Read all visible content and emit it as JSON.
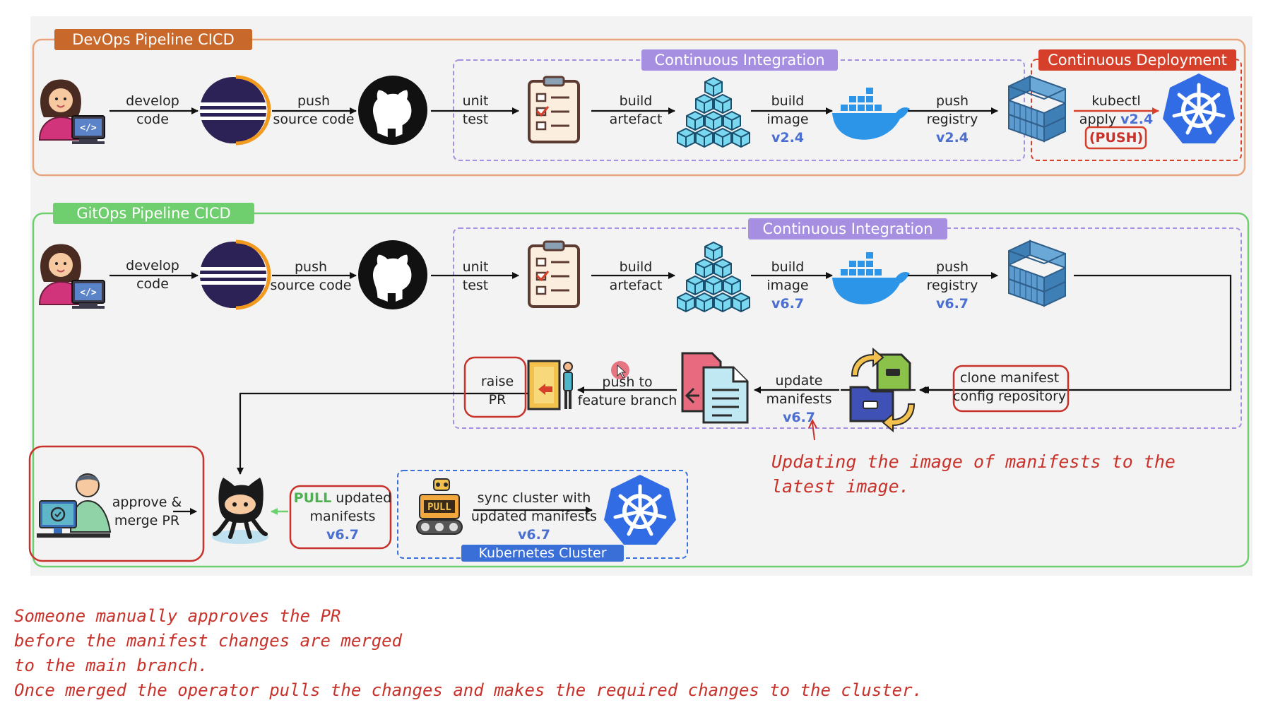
{
  "colors": {
    "devops_orange": "#c8682a",
    "gitops_green": "#6fcf6f",
    "ci_purple": "#a68ee0",
    "cd_red": "#d6402b",
    "version_blue": "#4a6fd1",
    "highlight_red": "#c8322a",
    "k8s_cluster_blue": "#3a6fd8"
  },
  "devops": {
    "title": "DevOps Pipeline CICD",
    "ci_title": "Continuous Integration",
    "cd_title": "Continuous Deployment",
    "develop_code": [
      "develop",
      "code"
    ],
    "push_source": [
      "push",
      "source code"
    ],
    "unit_test": [
      "unit",
      "test"
    ],
    "build_artefact": [
      "build",
      "artefact"
    ],
    "build_image": [
      "build",
      "image"
    ],
    "build_image_version": "v2.4",
    "push_registry": [
      "push",
      "registry"
    ],
    "push_registry_version": "v2.4",
    "kubectl": "kubectl",
    "apply": "apply",
    "apply_version": "v2.4",
    "push_badge": "(PUSH)"
  },
  "gitops": {
    "title": "GitOps Pipeline CICD",
    "ci_title": "Continuous Integration",
    "develop_code": [
      "develop",
      "code"
    ],
    "push_source": [
      "push",
      "source code"
    ],
    "unit_test": [
      "unit",
      "test"
    ],
    "build_artefact": [
      "build",
      "artefact"
    ],
    "build_image": [
      "build",
      "image"
    ],
    "build_image_version": "v6.7",
    "push_registry": [
      "push",
      "registry"
    ],
    "push_registry_version": "v6.7",
    "clone_manifest": [
      "clone manifest",
      "config repository"
    ],
    "update_manifests": [
      "update",
      "manifests"
    ],
    "update_manifests_version": "v6.7",
    "push_feature": [
      "push to",
      "feature branch"
    ],
    "raise_pr": [
      "raise",
      "PR"
    ],
    "approve_merge": [
      "approve &",
      "merge PR"
    ],
    "pull_word": "PULL",
    "pull_updated": "updated",
    "pull_manifests": "manifests",
    "pull_version": "v6.7",
    "sync_cluster": [
      "sync cluster with",
      "updated manifests"
    ],
    "sync_version": "v6.7",
    "k8s_cluster_title": "Kubernetes Cluster",
    "robot_label": "PULL"
  },
  "notes": {
    "manifest_note": [
      "Updating the image of manifests to the",
      "latest image."
    ],
    "bottom_note": [
      "Someone manually approves the PR",
      "before the manifest changes are merged",
      "to the main branch.",
      "Once merged the operator pulls the changes and makes the required changes to the cluster."
    ]
  },
  "icons": [
    "developer-icon",
    "eclipse-icon",
    "github-icon",
    "checklist-icon",
    "cubes-icon",
    "docker-icon",
    "container-registry-icon",
    "kubernetes-icon",
    "file-copy-icon",
    "folder-sync-icon",
    "door-exit-icon",
    "cursor-icon",
    "reviewer-icon",
    "octocat-icon",
    "robot-operator-icon"
  ]
}
